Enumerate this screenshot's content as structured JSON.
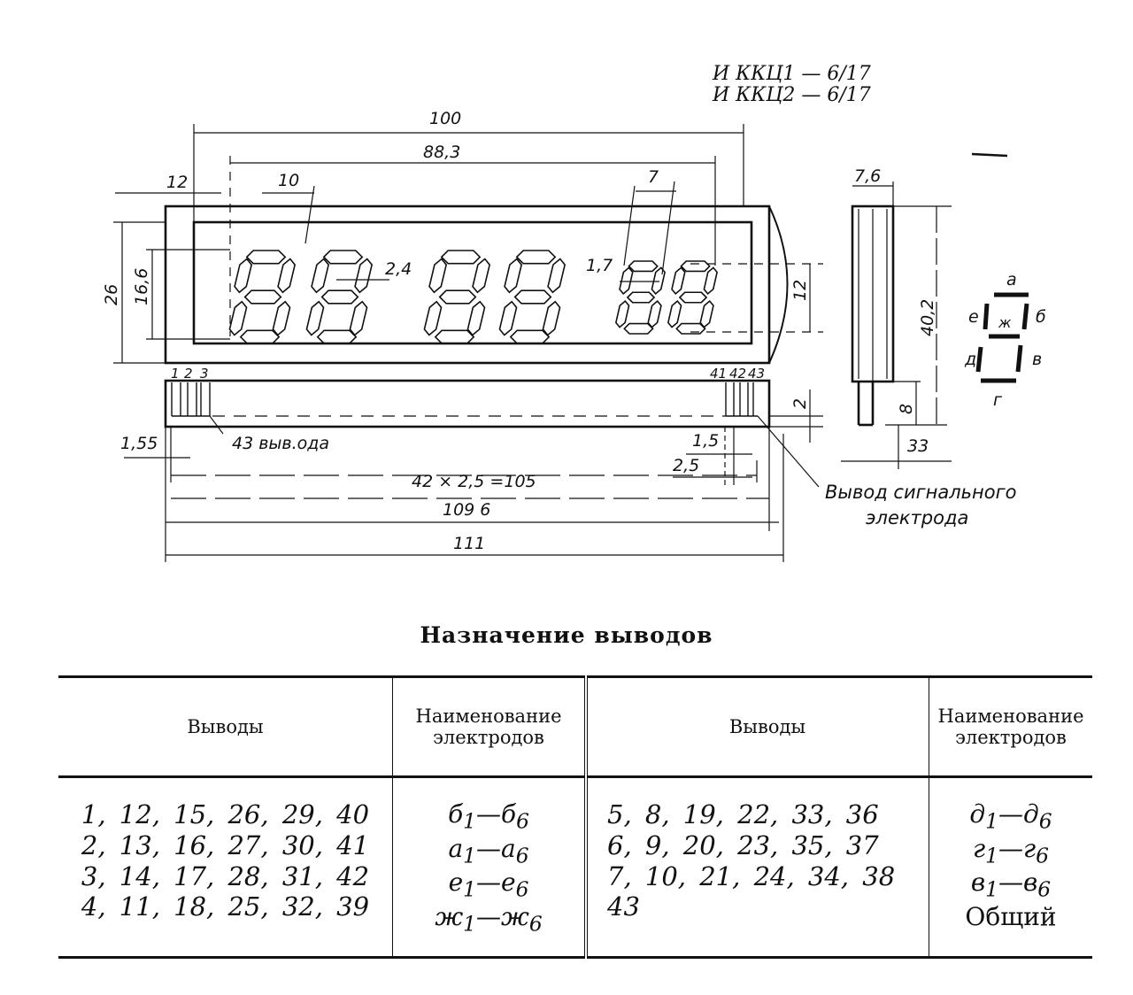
{
  "drawing": {
    "titles": [
      "И  ККЦ1 — 6/17",
      "И  ККЦ2 — 6/17"
    ],
    "dimensions": {
      "overall_display_width": "100",
      "digit_span": "88,3",
      "left_offset": "12",
      "digit_pitch_large": "10",
      "digit_pitch_small": "7",
      "body_height": "26",
      "digit_height_large": "16,6",
      "segment_width_large": "2,4",
      "segment_width_small": "1,7",
      "digit_height_small": "12",
      "lead_height": "2",
      "lead_offset": "1,55",
      "lead_width": "1,5",
      "lead_pitch": "2,5",
      "lead_span": "42 × 2,5 =105",
      "lead_total": "109 6",
      "overall_length": "111",
      "side_thickness": "7,6",
      "side_height": "40,2",
      "side_lead_length": "8",
      "side_lead_offset": "33"
    },
    "pin_labels_left": [
      "1",
      "2",
      "3"
    ],
    "pin_labels_right": [
      "41",
      "42",
      "43"
    ],
    "leads_callout": "43 выв.ода",
    "signal_callout": [
      "Вывод сигнального",
      "электрода"
    ],
    "large_digits": 4,
    "small_digits": 2,
    "segment_legend": {
      "top": "а",
      "upper_right": "б",
      "lower_right": "в",
      "bottom": "г",
      "lower_left": "д",
      "upper_left": "е",
      "middle": "ж"
    }
  },
  "pin_table": {
    "title": "Назначение выводов",
    "headers": [
      "Выводы",
      "Наименование электродов",
      "Выводы",
      "Наименование электродов"
    ],
    "left": {
      "pins": [
        "1, 12, 15, 26, 29, 40",
        "2, 13, 16, 27, 30, 41",
        "3, 14, 17, 28, 31, 42",
        "4, 11, 18, 25, 32, 39"
      ],
      "electrodes": [
        {
          "base": "б",
          "from": "1",
          "to": "6"
        },
        {
          "base": "а",
          "from": "1",
          "to": "6"
        },
        {
          "base": "е",
          "from": "1",
          "to": "6"
        },
        {
          "base": "ж",
          "from": "1",
          "to": "6"
        }
      ]
    },
    "right": {
      "pins": [
        "5, 8, 19, 22, 33, 36",
        "6, 9, 20, 23, 35, 37",
        "7, 10, 21, 24, 34, 38",
        "43"
      ],
      "electrodes": [
        {
          "base": "д",
          "from": "1",
          "to": "6"
        },
        {
          "base": "г",
          "from": "1",
          "to": "6"
        },
        {
          "base": "в",
          "from": "1",
          "to": "6"
        }
      ],
      "common": "Общий"
    }
  }
}
